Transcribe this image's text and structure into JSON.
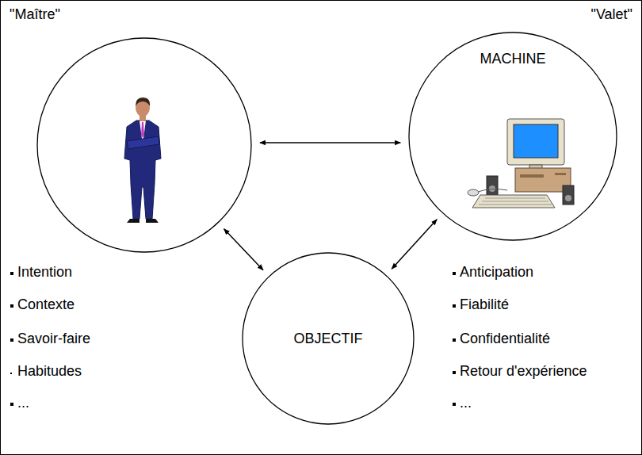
{
  "diagram": {
    "nodes": [
      {
        "text": [
          "\"Maître\""
        ]
      },
      {
        "text": [
          "MACHINE",
          "\"Valet\""
        ]
      },
      {
        "text": [
          "OBJECTIF"
        ]
      }
    ],
    "edges": [
      {
        "from": 0,
        "to": 1,
        "arrow": "both"
      },
      {
        "from": 0,
        "to": 2,
        "arrow": "both"
      },
      {
        "from": 2,
        "to": 1,
        "arrow": "both"
      }
    ],
    "labels": [
      "Intention",
      "Contexte",
      "Savoir-faire",
      "Habitudes",
      "...",
      "Anticipation",
      "Fiabilité",
      "Confidentialité",
      "Retour d'expérience",
      "..."
    ]
  }
}
